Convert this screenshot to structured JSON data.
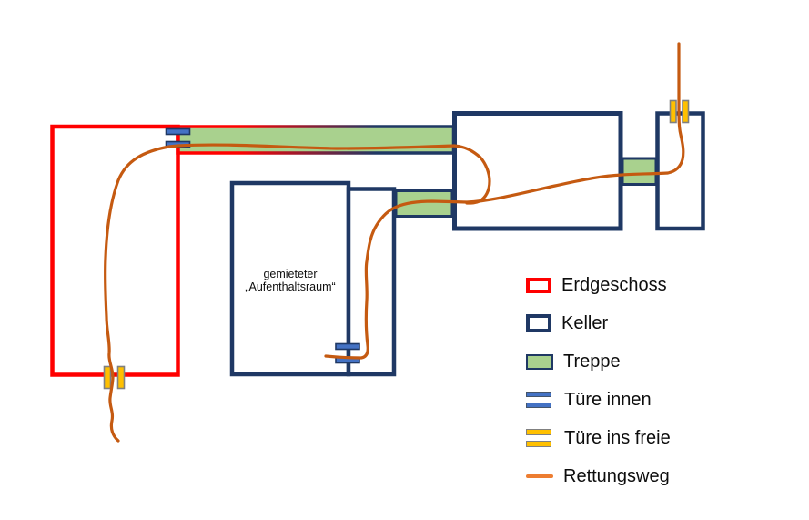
{
  "colors": {
    "red": "#FF0000",
    "navy": "#1F3864",
    "green": "#A9D18E",
    "doorblue": "#4472C4",
    "dooryellow": "#FFC000",
    "doorborder": "#808080",
    "route": "#C55A11",
    "legendline": "#ED7D31",
    "text": "#0D0D0D"
  },
  "room_label": {
    "line1": "gemieteter",
    "line2": "„Aufenthaltsraum“"
  },
  "legend": {
    "items": [
      {
        "label": "Erdgeschoss",
        "swatch": "outline-red"
      },
      {
        "label": "Keller",
        "swatch": "outline-navy"
      },
      {
        "label": "Treppe",
        "swatch": "fill-green"
      },
      {
        "label": "Türe innen",
        "swatch": "double-bar-blue"
      },
      {
        "label": "Türe ins freie",
        "swatch": "double-bar-yellow"
      },
      {
        "label": "Rettungsweg",
        "swatch": "line-orange"
      }
    ]
  }
}
